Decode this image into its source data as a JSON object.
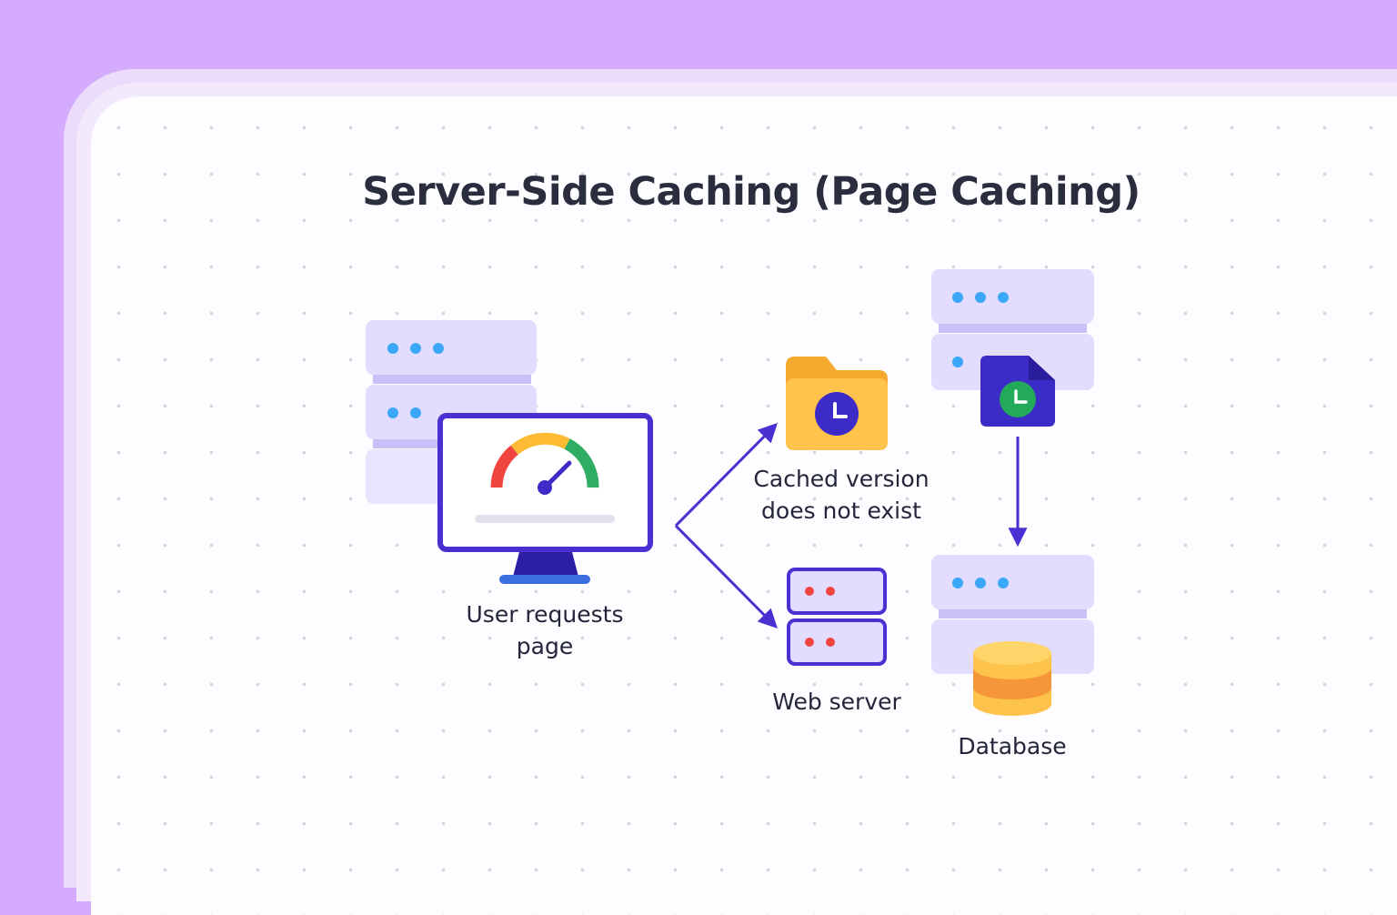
{
  "title": "Server-Side Caching (Page Caching)",
  "nodes": {
    "user": {
      "label": "User requests\npage"
    },
    "cache": {
      "label": "Cached version\n does not exist"
    },
    "web_server": {
      "label": "Web server"
    },
    "database": {
      "label": "Database"
    }
  },
  "gauge": {
    "level": 0.75
  },
  "colors": {
    "accent": "#4a2fd1",
    "rack": "#e2dcff",
    "rack_slot": "#c9c0f7",
    "led_blue": "#3ba7f7",
    "led_red": "#f0453f",
    "folder_yellow": "#fec34a",
    "folder_dark": "#3d2bc8",
    "clock_green": "#22a95a",
    "db_orange": "#f6963a"
  }
}
